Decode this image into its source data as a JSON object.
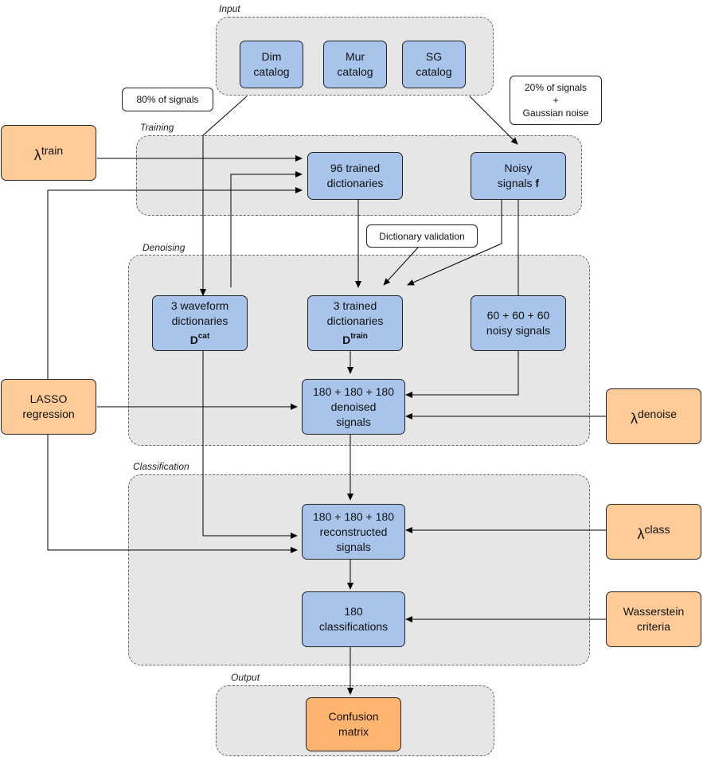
{
  "groups": {
    "input": "Input",
    "training": "Training",
    "denoising": "Denoising",
    "classification": "Classification",
    "output": "Output"
  },
  "input": {
    "dim": [
      "Dim",
      "catalog"
    ],
    "mur": [
      "Mur",
      "catalog"
    ],
    "sg": [
      "SG",
      "catalog"
    ]
  },
  "notes": {
    "train_split": "80% of signals",
    "noise_split": [
      "20% of signals",
      "+",
      "Gaussian noise"
    ],
    "validation": "Dictionary validation"
  },
  "training": {
    "dictionaries": [
      "96 trained",
      "dictionaries"
    ],
    "noisy_title": "Noisy",
    "noisy_signals": "signals",
    "noisy_symbol": "f"
  },
  "denoising": {
    "waveform": [
      "3 waveform",
      "dictionaries"
    ],
    "waveform_symbol": "D",
    "waveform_sup": "cat",
    "trained": [
      "3 trained",
      "dictionaries"
    ],
    "trained_symbol": "D",
    "trained_sup": "train",
    "noisy": [
      "60 + 60 + 60",
      "noisy signals"
    ],
    "denoised": [
      "180 + 180 + 180",
      "denoised",
      "signals"
    ]
  },
  "classification": {
    "reconstructed": [
      "180 + 180 + 180",
      "reconstructed",
      "signals"
    ],
    "classifications": [
      "180",
      "classifications"
    ]
  },
  "output": {
    "confusion": [
      "Confusion",
      "matrix"
    ]
  },
  "params": {
    "lambda_symbol": "λ",
    "train_sup": "train",
    "denoise_sup": "denoise",
    "class_sup": "class",
    "lasso": [
      "LASSO",
      "regression"
    ],
    "wasserstein": [
      "Wasserstein",
      "criteria"
    ]
  },
  "colors": {
    "group_fill": "#e6e6e6",
    "process_fill": "#a9c4eb",
    "parameter_fill": "#ffcc99",
    "output_fill": "#ffb570"
  }
}
